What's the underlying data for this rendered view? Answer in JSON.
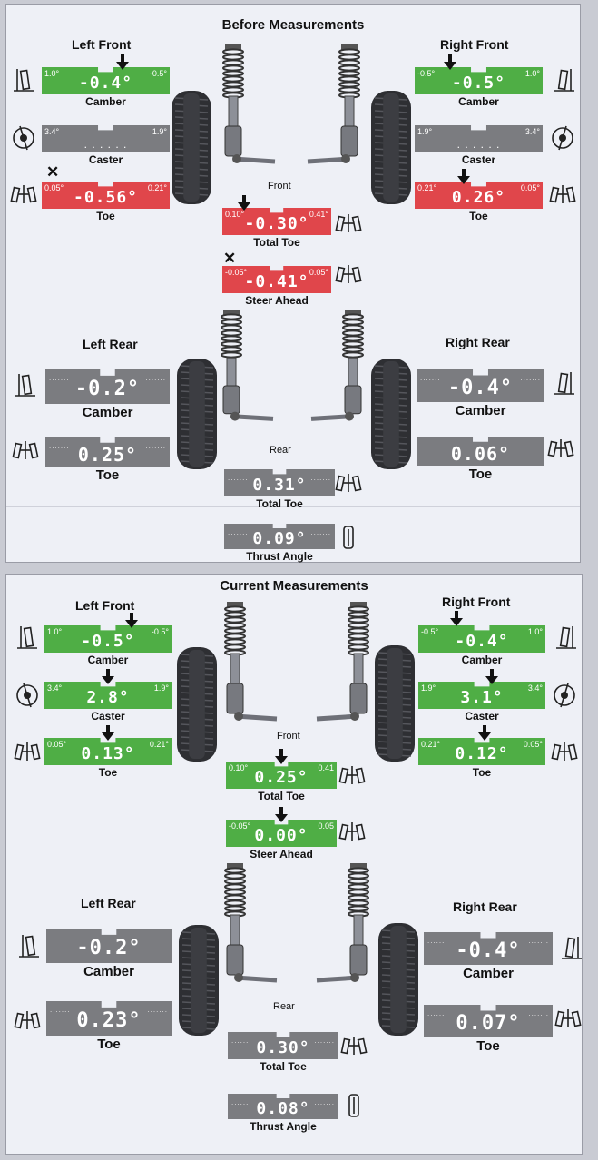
{
  "before": {
    "title": "Before Measurements",
    "front_label": "Front",
    "rear_label": "Rear",
    "left_front": {
      "title": "Left Front",
      "camber": {
        "value": "-0.4°",
        "min": "1.0°",
        "max": "-0.5°",
        "label": "Camber",
        "status": "green"
      },
      "caster": {
        "value": "",
        "min": "3.4°",
        "max": "1.9°",
        "label": "Caster",
        "status": "gray"
      },
      "toe": {
        "value": "-0.56°",
        "min": "0.05°",
        "max": "0.21°",
        "label": "Toe",
        "status": "red"
      }
    },
    "right_front": {
      "title": "Right Front",
      "camber": {
        "value": "-0.5°",
        "min": "-0.5°",
        "max": "1.0°",
        "label": "Camber",
        "status": "green"
      },
      "caster": {
        "value": "",
        "min": "1.9°",
        "max": "3.4°",
        "label": "Caster",
        "status": "gray"
      },
      "toe": {
        "value": "0.26°",
        "min": "0.21°",
        "max": "0.05°",
        "label": "Toe",
        "status": "red"
      }
    },
    "total_toe_front": {
      "value": "-0.30°",
      "min": "0.10°",
      "max": "0.41°",
      "label": "Total Toe",
      "status": "red"
    },
    "steer_ahead": {
      "value": "-0.41°",
      "min": "-0.05°",
      "max": "0.05°",
      "label": "Steer Ahead",
      "status": "red"
    },
    "left_rear": {
      "title": "Left Rear",
      "camber": {
        "value": "-0.2°",
        "label": "Camber",
        "status": "gray"
      },
      "toe": {
        "value": "0.25°",
        "label": "Toe",
        "status": "gray"
      }
    },
    "right_rear": {
      "title": "Right Rear",
      "camber": {
        "value": "-0.4°",
        "label": "Camber",
        "status": "gray"
      },
      "toe": {
        "value": "0.06°",
        "label": "Toe",
        "status": "gray"
      }
    },
    "total_toe_rear": {
      "value": "0.31°",
      "label": "Total Toe",
      "status": "gray"
    },
    "thrust_angle": {
      "value": "0.09°",
      "label": "Thrust Angle",
      "status": "gray"
    }
  },
  "current": {
    "title": "Current Measurements",
    "front_label": "Front",
    "rear_label": "Rear",
    "left_front": {
      "title": "Left Front",
      "camber": {
        "value": "-0.5°",
        "min": "1.0°",
        "max": "-0.5°",
        "label": "Camber",
        "status": "green"
      },
      "caster": {
        "value": "2.8°",
        "min": "3.4°",
        "max": "1.9°",
        "label": "Caster",
        "status": "green"
      },
      "toe": {
        "value": "0.13°",
        "min": "0.05°",
        "max": "0.21°",
        "label": "Toe",
        "status": "green"
      }
    },
    "right_front": {
      "title": "Right Front",
      "camber": {
        "value": "-0.4°",
        "min": "-0.5°",
        "max": "1.0°",
        "label": "Camber",
        "status": "green"
      },
      "caster": {
        "value": "3.1°",
        "min": "1.9°",
        "max": "3.4°",
        "label": "Caster",
        "status": "green"
      },
      "toe": {
        "value": "0.12°",
        "min": "0.21°",
        "max": "0.05°",
        "label": "Toe",
        "status": "green"
      }
    },
    "total_toe_front": {
      "value": "0.25°",
      "min": "0.10°",
      "max": "0.41",
      "label": "Total Toe",
      "status": "green"
    },
    "steer_ahead": {
      "value": "0.00°",
      "min": "-0.05°",
      "max": "0.05",
      "label": "Steer Ahead",
      "status": "green"
    },
    "left_rear": {
      "title": "Left Rear",
      "camber": {
        "value": "-0.2°",
        "label": "Camber",
        "status": "gray"
      },
      "toe": {
        "value": "0.23°",
        "label": "Toe",
        "status": "gray"
      }
    },
    "right_rear": {
      "title": "Right Rear",
      "camber": {
        "value": "-0.4°",
        "label": "Camber",
        "status": "gray"
      },
      "toe": {
        "value": "0.07°",
        "label": "Toe",
        "status": "gray"
      }
    },
    "total_toe_rear": {
      "value": "0.30°",
      "label": "Total Toe",
      "status": "gray"
    },
    "thrust_angle": {
      "value": "0.08°",
      "label": "Thrust Angle",
      "status": "gray"
    }
  },
  "colors": {
    "in_spec": "#4fae45",
    "out_of_spec": "#e0464b",
    "no_spec": "#7b7c80"
  }
}
